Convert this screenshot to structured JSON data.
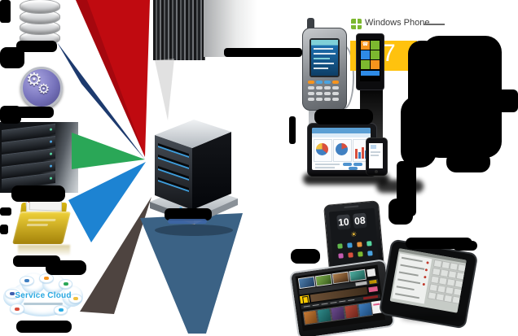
{
  "labels": {
    "windows_phone": "Windows Phone",
    "banner_number": "7",
    "service_cloud": "Service Cloud",
    "clock_hours": "10",
    "clock_minutes": "08"
  },
  "icons": {
    "gear_large": "⚙",
    "gear_small": "⚙",
    "sun": "☀",
    "phone_tile": "☎"
  },
  "ray_colors": {
    "red": "#c00a10",
    "red_edge": "#8e060c",
    "navy": "#1d3a6e",
    "green": "#2aa757",
    "blue": "#1d83d2",
    "taupe": "#4e4440",
    "steel": "#3b6285"
  },
  "accent_colors": {
    "wp_green": "#7cb82f",
    "banner_yellow": "#ffc20e",
    "cloud_blue": "#2aa9e1",
    "led_blue": "#4aa3e0",
    "folder_gold": "#d9b514"
  }
}
